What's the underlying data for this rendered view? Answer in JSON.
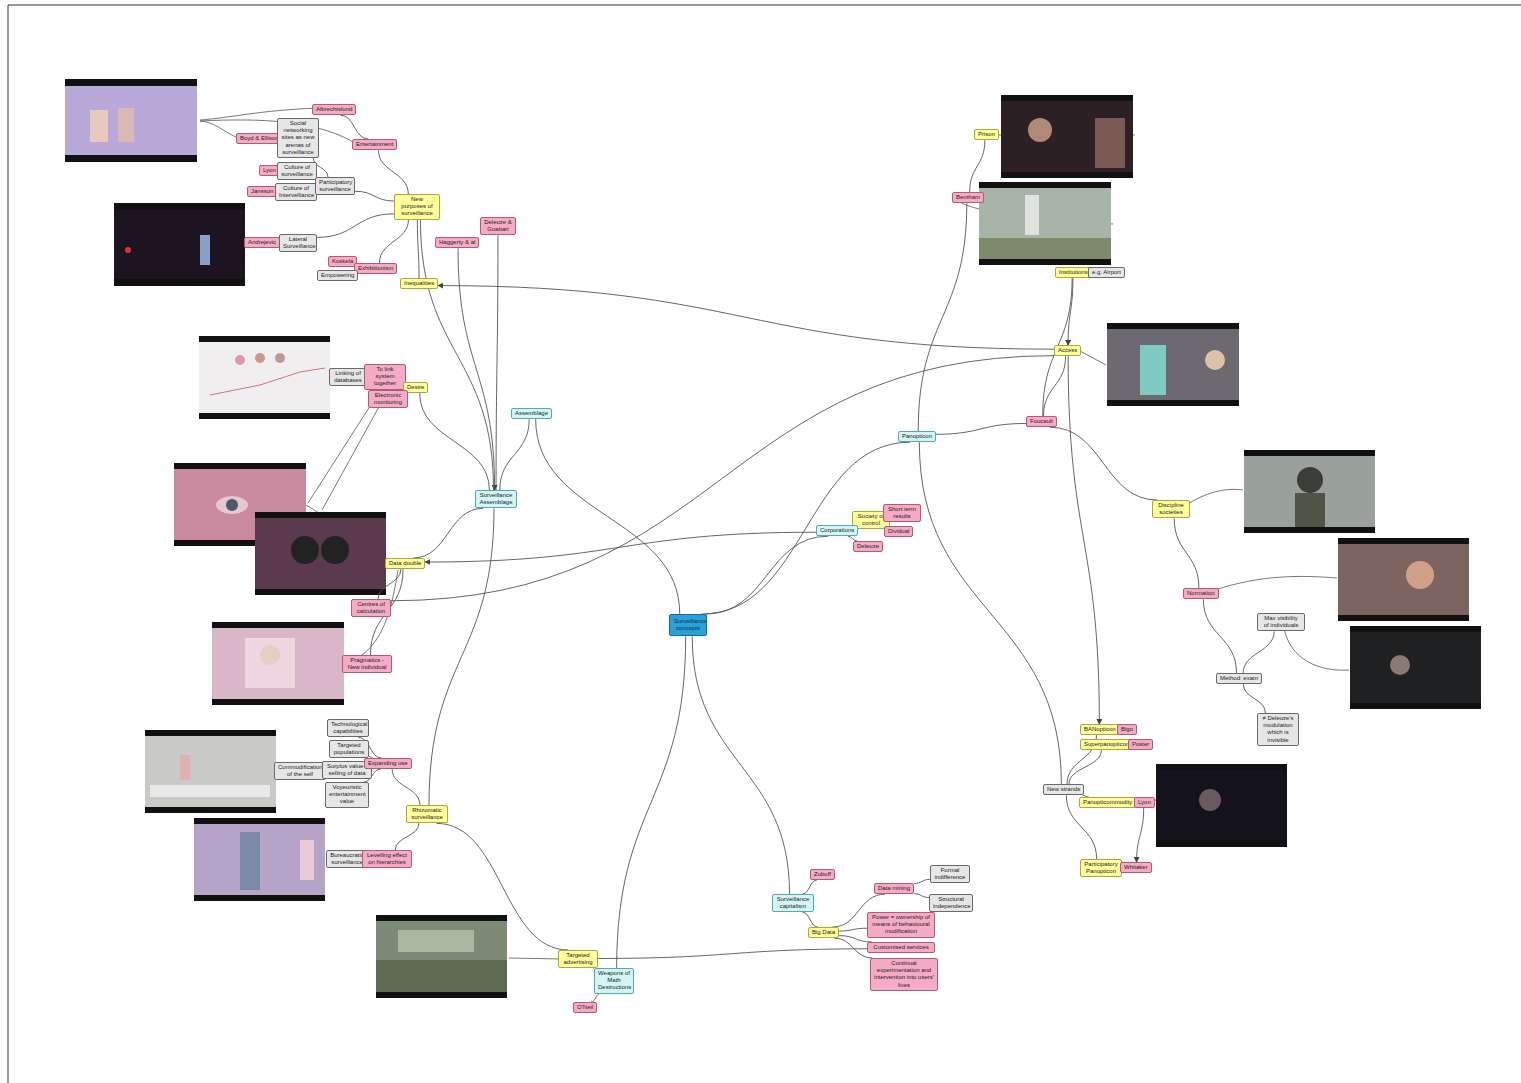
{
  "diagram": {
    "nodes": [
      {
        "text": [
          "Surveillance concepts"
        ]
      },
      {
        "text": [
          "Albrechtslund"
        ]
      },
      {
        "text": [
          "Entertainment"
        ]
      },
      {
        "text": [
          "Boyd & Ellison"
        ]
      },
      {
        "text": [
          "Social networking sites as new arenas of surveillance"
        ]
      },
      {
        "text": [
          "Lyon"
        ]
      },
      {
        "text": [
          "Culture of surveillance"
        ]
      },
      {
        "text": [
          "Jansson"
        ]
      },
      {
        "text": [
          "Culture of Intervelliance"
        ]
      },
      {
        "text": [
          "Participatory surveillance"
        ]
      },
      {
        "text": [
          "New purposes of surveillance"
        ]
      },
      {
        "text": [
          "Haggerty & al"
        ]
      },
      {
        "text": [
          "Deleuze & Guattari"
        ]
      },
      {
        "text": [
          "Andrejevic"
        ]
      },
      {
        "text": [
          "Lateral Surveillance"
        ]
      },
      {
        "text": [
          "Koskela"
        ]
      },
      {
        "text": [
          "Exhibitionism"
        ]
      },
      {
        "text": [
          "Empowering"
        ]
      },
      {
        "text": [
          "Inequalities"
        ]
      },
      {
        "text": [
          "Assemblage"
        ]
      },
      {
        "text": [
          "Linking of databases"
        ]
      },
      {
        "text": [
          "To link system together"
        ]
      },
      {
        "text": [
          "Desire"
        ]
      },
      {
        "text": [
          "Electronic monitoring"
        ]
      },
      {
        "text": [
          "Surveillance Assemblage"
        ]
      },
      {
        "text": [
          "Data double"
        ]
      },
      {
        "text": [
          "Centres of calculation"
        ]
      },
      {
        "text": [
          "Pragmatics - New individual"
        ]
      },
      {
        "text": [
          "Technological capabilities"
        ]
      },
      {
        "text": [
          "Targeted populations"
        ]
      },
      {
        "text": [
          "Commodification of the self"
        ]
      },
      {
        "text": [
          "Surplus value - selling of data"
        ]
      },
      {
        "text": [
          "Expanding use"
        ]
      },
      {
        "text": [
          "Voyeuristic entertainment value"
        ]
      },
      {
        "text": [
          "Rhizomatic surveillance"
        ]
      },
      {
        "text": [
          "Bureaucratic surveillance"
        ]
      },
      {
        "text": [
          "Levelling effect on hierarchies"
        ]
      },
      {
        "text": [
          "Targeted advertising"
        ]
      },
      {
        "text": [
          "Weapons of Math Destructions"
        ]
      },
      {
        "text": [
          "O'Neil"
        ]
      },
      {
        "text": [
          "Prison"
        ]
      },
      {
        "text": [
          "Bentham"
        ]
      },
      {
        "text": [
          "Institutions"
        ]
      },
      {
        "text": [
          "e.g. Airport"
        ]
      },
      {
        "text": [
          "Access"
        ]
      },
      {
        "text": [
          "Panopticon"
        ]
      },
      {
        "text": [
          "Foucault"
        ]
      },
      {
        "text": [
          "Discipline societies"
        ]
      },
      {
        "text": [
          "Society of control"
        ]
      },
      {
        "text": [
          "Short term results"
        ]
      },
      {
        "text": [
          "Corporations"
        ]
      },
      {
        "text": [
          "Dividual"
        ]
      },
      {
        "text": [
          "Deleuze"
        ]
      },
      {
        "text": [
          "Normation"
        ]
      },
      {
        "text": [
          "Max visibility of individuals"
        ]
      },
      {
        "text": [
          "Method: exam"
        ]
      },
      {
        "text": [
          "≠ Deleuze's modulation which is invisible"
        ]
      },
      {
        "text": [
          "BANopticon"
        ]
      },
      {
        "text": [
          "Bigo"
        ]
      },
      {
        "text": [
          "Superpanopticon"
        ]
      },
      {
        "text": [
          "Poster"
        ]
      },
      {
        "text": [
          "New strands"
        ]
      },
      {
        "text": [
          "Panopticommodity"
        ]
      },
      {
        "text": [
          "Lyon"
        ]
      },
      {
        "text": [
          "Participatory Panopticon"
        ]
      },
      {
        "text": [
          "Whitaker"
        ]
      },
      {
        "text": [
          "Zuboff"
        ]
      },
      {
        "text": [
          "Data mining"
        ]
      },
      {
        "text": [
          "Formal indifference"
        ]
      },
      {
        "text": [
          "Surveillance capitalism"
        ]
      },
      {
        "text": [
          "Structural independence"
        ]
      },
      {
        "text": [
          "Big Data"
        ]
      },
      {
        "text": [
          "Power = ownership of means of behavioural modification"
        ]
      },
      {
        "text": [
          "Customised services"
        ]
      },
      {
        "text": [
          "Continual experimentation and intervention into users' lives"
        ]
      }
    ],
    "edges": [
      {
        "from": 0,
        "to": 19,
        "arrow": "none"
      },
      {
        "from": 0,
        "to": 45,
        "arrow": "none"
      },
      {
        "from": 0,
        "to": 50,
        "arrow": "none"
      },
      {
        "from": 0,
        "to": 69,
        "arrow": "none"
      },
      {
        "from": 0,
        "to": 38,
        "arrow": "none"
      },
      {
        "from": 19,
        "to": 24,
        "arrow": "none"
      },
      {
        "from": 12,
        "to": 24,
        "arrow": "none"
      },
      {
        "from": 11,
        "to": 24,
        "arrow": "to"
      },
      {
        "from": 24,
        "to": 10,
        "arrow": "none"
      },
      {
        "from": 24,
        "to": 22,
        "arrow": "none"
      },
      {
        "from": 24,
        "to": 25,
        "arrow": "none"
      },
      {
        "from": 24,
        "to": 34,
        "arrow": "none"
      },
      {
        "from": 10,
        "to": 18,
        "arrow": "none"
      },
      {
        "from": 10,
        "to": 2,
        "arrow": "none"
      },
      {
        "from": 10,
        "to": 9,
        "arrow": "none"
      },
      {
        "from": 10,
        "to": 16,
        "arrow": "none"
      },
      {
        "from": 10,
        "to": 14,
        "arrow": "none"
      },
      {
        "from": 2,
        "to": 1,
        "arrow": "none"
      },
      {
        "from": 9,
        "to": 4,
        "arrow": "none"
      },
      {
        "from": 9,
        "to": 6,
        "arrow": "none"
      },
      {
        "from": 9,
        "to": 8,
        "arrow": "none"
      },
      {
        "from": 4,
        "to": 3,
        "arrow": "none"
      },
      {
        "from": 6,
        "to": 5,
        "arrow": "none"
      },
      {
        "from": 8,
        "to": 7,
        "arrow": "none"
      },
      {
        "from": 14,
        "to": 13,
        "arrow": "none"
      },
      {
        "from": 16,
        "to": 15,
        "arrow": "none"
      },
      {
        "from": 16,
        "to": 17,
        "arrow": "none"
      },
      {
        "from": 22,
        "to": 21,
        "arrow": "none"
      },
      {
        "from": 22,
        "to": 23,
        "arrow": "none"
      },
      {
        "from": 21,
        "to": 20,
        "arrow": "none"
      },
      {
        "from": 25,
        "to": 26,
        "arrow": "none"
      },
      {
        "from": 25,
        "to": 27,
        "arrow": "none"
      },
      {
        "from": 34,
        "to": 32,
        "arrow": "none"
      },
      {
        "from": 34,
        "to": 36,
        "arrow": "none"
      },
      {
        "from": 34,
        "to": 37,
        "arrow": "none"
      },
      {
        "from": 32,
        "to": 28,
        "arrow": "none"
      },
      {
        "from": 32,
        "to": 29,
        "arrow": "none"
      },
      {
        "from": 32,
        "to": 31,
        "arrow": "none"
      },
      {
        "from": 32,
        "to": 33,
        "arrow": "none"
      },
      {
        "from": 31,
        "to": 30,
        "arrow": "none"
      },
      {
        "from": 36,
        "to": 35,
        "arrow": "none"
      },
      {
        "from": 38,
        "to": 37,
        "arrow": "none"
      },
      {
        "from": 38,
        "to": 39,
        "arrow": "none"
      },
      {
        "from": 37,
        "to": 73,
        "arrow": "none"
      },
      {
        "from": 69,
        "to": 66,
        "arrow": "none"
      },
      {
        "from": 69,
        "to": 71,
        "arrow": "none"
      },
      {
        "from": 71,
        "to": 67,
        "arrow": "none"
      },
      {
        "from": 71,
        "to": 72,
        "arrow": "none"
      },
      {
        "from": 71,
        "to": 73,
        "arrow": "none"
      },
      {
        "from": 71,
        "to": 74,
        "arrow": "none"
      },
      {
        "from": 67,
        "to": 68,
        "arrow": "none"
      },
      {
        "from": 67,
        "to": 70,
        "arrow": "none"
      },
      {
        "from": 50,
        "to": 48,
        "arrow": "none"
      },
      {
        "from": 50,
        "to": 52,
        "arrow": "none"
      },
      {
        "from": 50,
        "to": 25,
        "arrow": "to"
      },
      {
        "from": 48,
        "to": 49,
        "arrow": "none"
      },
      {
        "from": 48,
        "to": 51,
        "arrow": "none"
      },
      {
        "from": 45,
        "to": 46,
        "arrow": "none"
      },
      {
        "from": 45,
        "to": 41,
        "arrow": "none"
      },
      {
        "from": 45,
        "to": 61,
        "arrow": "none"
      },
      {
        "from": 41,
        "to": 40,
        "arrow": "none"
      },
      {
        "from": 46,
        "to": 42,
        "arrow": "none"
      },
      {
        "from": 46,
        "to": 44,
        "arrow": "none"
      },
      {
        "from": 46,
        "to": 47,
        "arrow": "none"
      },
      {
        "from": 42,
        "to": 43,
        "arrow": "none"
      },
      {
        "from": 42,
        "to": 44,
        "arrow": "to"
      },
      {
        "from": 44,
        "to": 18,
        "arrow": "to"
      },
      {
        "from": 44,
        "to": 57,
        "arrow": "to"
      },
      {
        "from": 44,
        "to": 26,
        "arrow": "none"
      },
      {
        "from": 47,
        "to": 53,
        "arrow": "none"
      },
      {
        "from": 53,
        "to": 55,
        "arrow": "none"
      },
      {
        "from": 55,
        "to": 54,
        "arrow": "none"
      },
      {
        "from": 55,
        "to": 56,
        "arrow": "none"
      },
      {
        "from": 61,
        "to": 57,
        "arrow": "none"
      },
      {
        "from": 61,
        "to": 59,
        "arrow": "none"
      },
      {
        "from": 61,
        "to": 62,
        "arrow": "none"
      },
      {
        "from": 61,
        "to": 64,
        "arrow": "none"
      },
      {
        "from": 57,
        "to": 58,
        "arrow": "none"
      },
      {
        "from": 59,
        "to": 60,
        "arrow": "none"
      },
      {
        "from": 62,
        "to": 63,
        "arrow": "none"
      },
      {
        "from": 63,
        "to": 65,
        "arrow": "to"
      },
      {
        "from": 64,
        "to": 65,
        "arrow": "none"
      }
    ]
  }
}
